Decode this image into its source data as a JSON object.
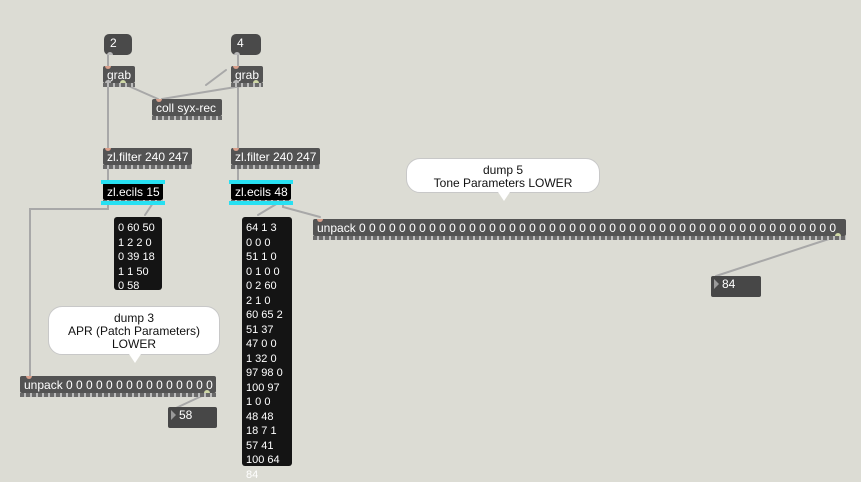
{
  "messages": {
    "msg_left": "2",
    "msg_right": "4"
  },
  "objects": {
    "grab_left": "grab",
    "grab_right": "grab",
    "coll": "coll syx-rec",
    "filter_left": "zl.filter 240 247",
    "filter_right": "zl.filter 240 247",
    "ecils_left": "zl.ecils 15",
    "ecils_right": "zl.ecils 48",
    "unpack_left": "unpack 0 0 0 0 0 0 0 0 0 0 0 0 0 0 0",
    "unpack_right": "unpack 0 0 0 0 0 0 0 0 0 0 0 0 0 0 0 0 0 0 0 0 0 0 0 0 0 0 0 0 0 0 0 0 0 0 0 0 0 0 0 0 0 0 0 0 0 0 0 0"
  },
  "lists": {
    "left_lines": [
      "0 60 50",
      "1 2 2 0",
      "0 39 18",
      "1 1 50",
      "0 58"
    ],
    "right_lines": [
      "64 1 3",
      "0 0 0",
      "51 1 0",
      "0 1 0 0",
      "0 2 60",
      "2 1 0",
      "60 65 2",
      "51 37",
      "47 0 0",
      "1 32 0",
      "97 98 0",
      "100 97",
      "1 0 0",
      "48 48",
      "18 7 1",
      "57 41",
      "100 64",
      "84"
    ]
  },
  "numbers": {
    "num_left": "58",
    "num_right": "84"
  },
  "comments": {
    "dump3_lines": [
      "dump 3",
      "APR (Patch Parameters)",
      "LOWER"
    ],
    "dump5_lines": [
      "dump 5",
      "Tone Parameters LOWER"
    ]
  },
  "colors": {
    "background": "#dcdcd4",
    "object": "#535353",
    "selection": "#27e0f2",
    "patch_cord": "#a8a8a8"
  }
}
